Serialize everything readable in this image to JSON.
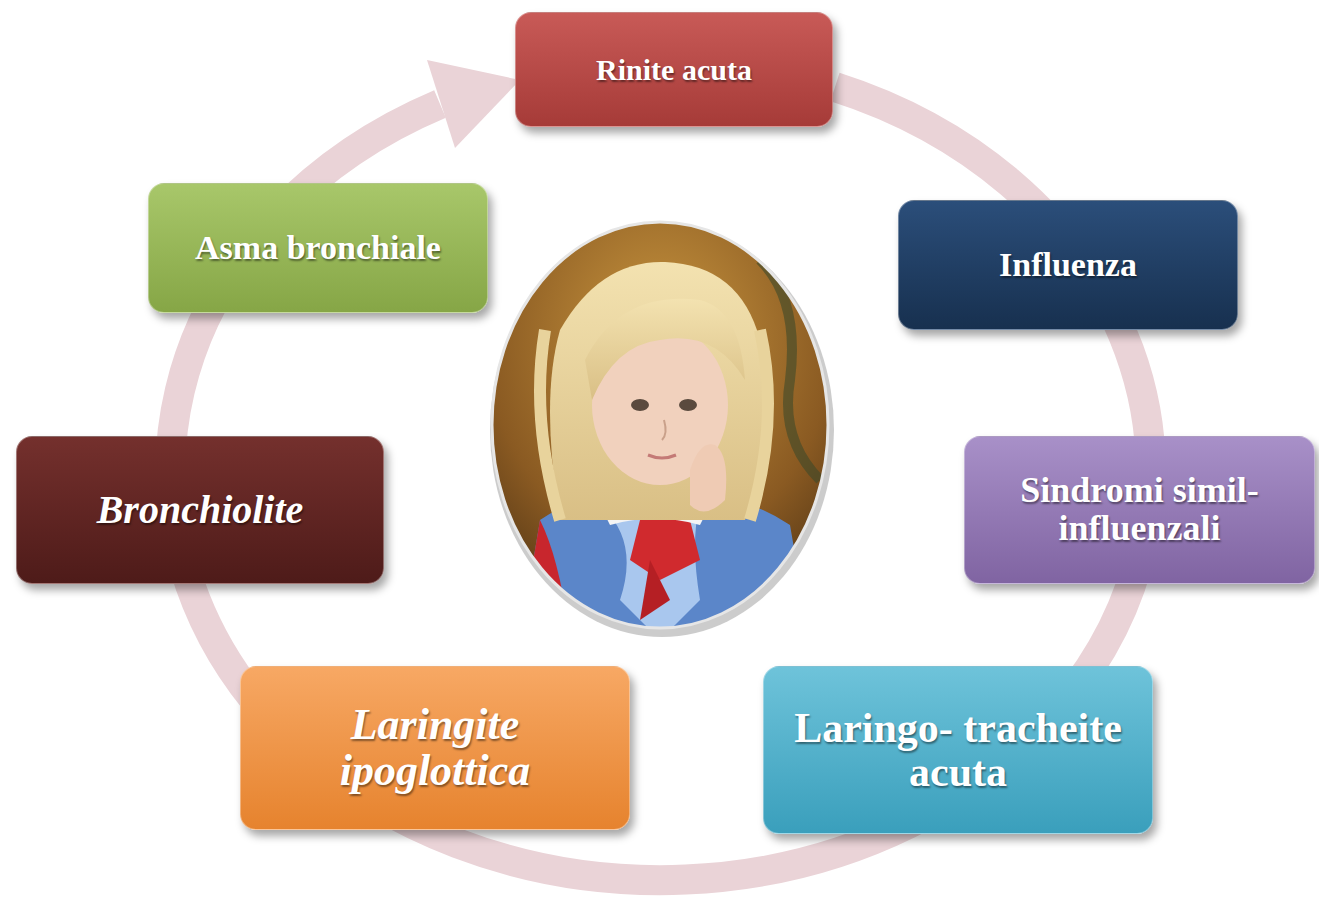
{
  "diagram": {
    "nodes": [
      {
        "text": [
          "Rinite acuta"
        ]
      },
      {
        "text": [
          "Influenza"
        ]
      },
      {
        "text": [
          "Sindromi simil- influenzali"
        ]
      },
      {
        "text": [
          "Laringo- tracheite acuta"
        ]
      },
      {
        "text": [
          "Laringite ipoglottica"
        ]
      },
      {
        "text": [
          "Bronchiolite"
        ]
      },
      {
        "text": [
          "Asma bronchiale"
        ]
      }
    ]
  }
}
